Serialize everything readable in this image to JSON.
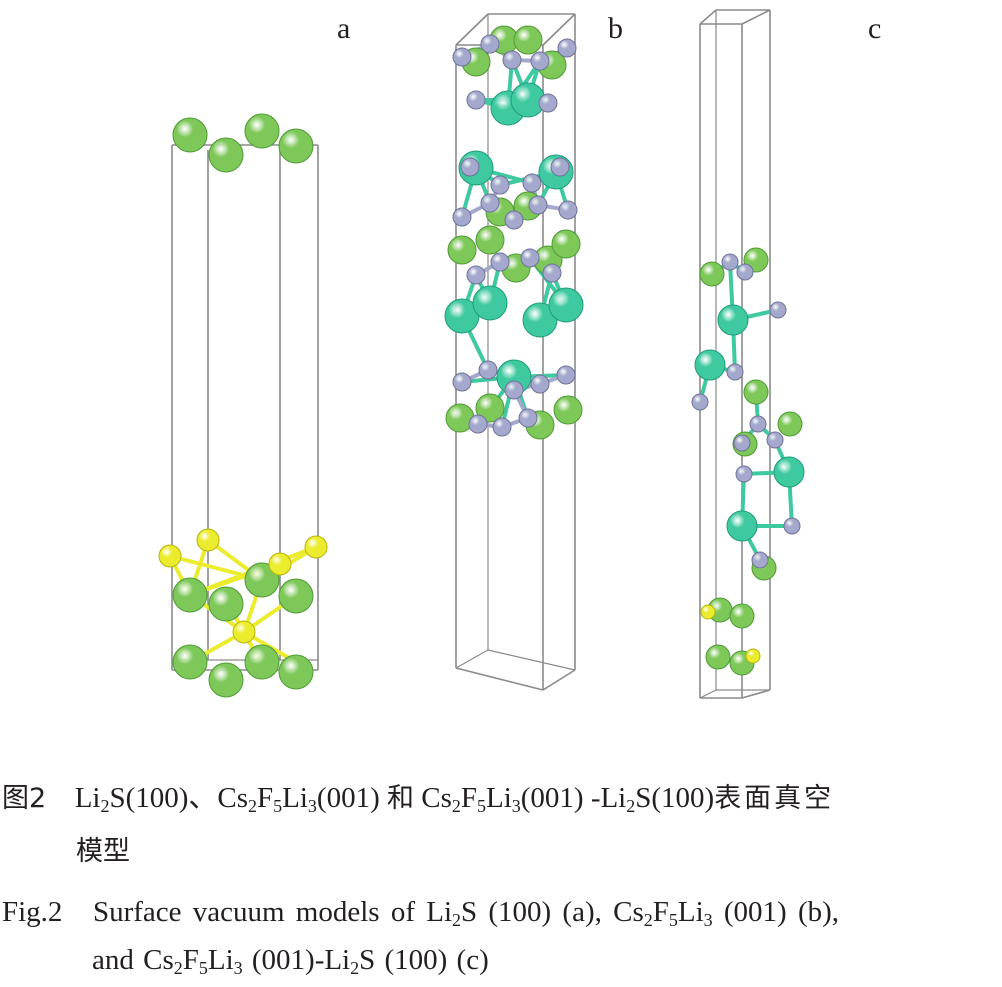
{
  "figure": {
    "panel_labels": [
      "a",
      "b",
      "c"
    ],
    "colors": {
      "li": "#7ec85a",
      "li_edge": "#4e9a35",
      "s": "#ecec2e",
      "s_edge": "#b7b40a",
      "cs": "#3ec9a0",
      "cs_edge": "#1f9c7b",
      "f": "#a4a8cc",
      "f_edge": "#6f7399",
      "cell": "#8a8a8a"
    }
  },
  "caption_cn": {
    "label": "图2",
    "line1_parts": [
      "Li",
      "2",
      "S(100)、Cs",
      "2",
      "F",
      "5",
      "Li",
      "3",
      "(001) ",
      "和",
      " Cs",
      "2",
      "F",
      "5",
      "Li",
      "3",
      "(001) -Li",
      "2",
      "S(100)",
      "表面真空"
    ],
    "line2": "模型"
  },
  "caption_en": {
    "label": "Fig.2",
    "line1_parts": [
      "Surface vacuum models of Li",
      "2",
      "S (100) (a), Cs",
      "2",
      "F",
      "5",
      "Li",
      "3",
      " (001) (b),"
    ],
    "line2_parts": [
      "and Cs",
      "2",
      "F",
      "5",
      "Li",
      "3",
      " (001)-Li",
      "2",
      "S (100) (c)"
    ]
  }
}
